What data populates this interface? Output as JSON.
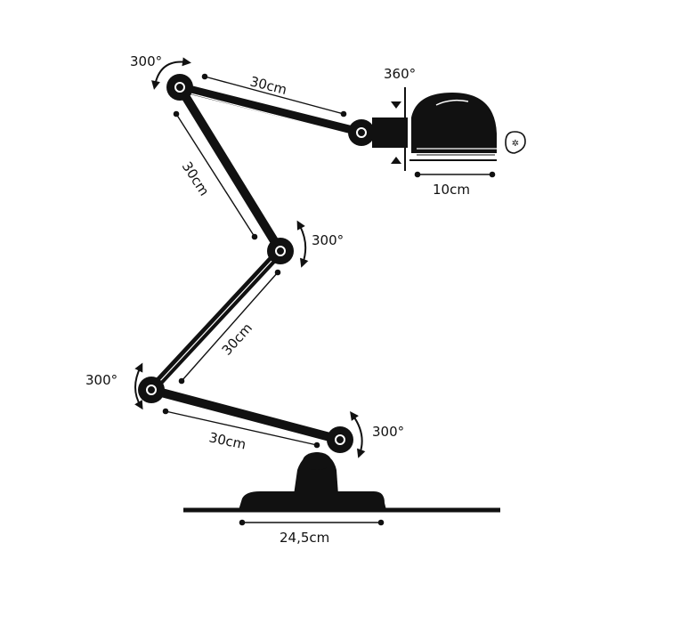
{
  "colors": {
    "ink": "#111111",
    "paper": "#ffffff"
  },
  "icons": {
    "bulb": "bulb-icon",
    "rotation": "rotation-arrow-icon"
  },
  "angles": {
    "top_joint": "300°",
    "middle_joint": "300°",
    "lower_joint": "300°",
    "base_joint": "300°",
    "head": "360°"
  },
  "dimensions": {
    "arm_top": "30cm",
    "arm_upper": "30cm",
    "arm_lower": "30cm",
    "arm_bottom": "30cm",
    "shade_width": "10cm",
    "base_width": "24,5cm"
  }
}
